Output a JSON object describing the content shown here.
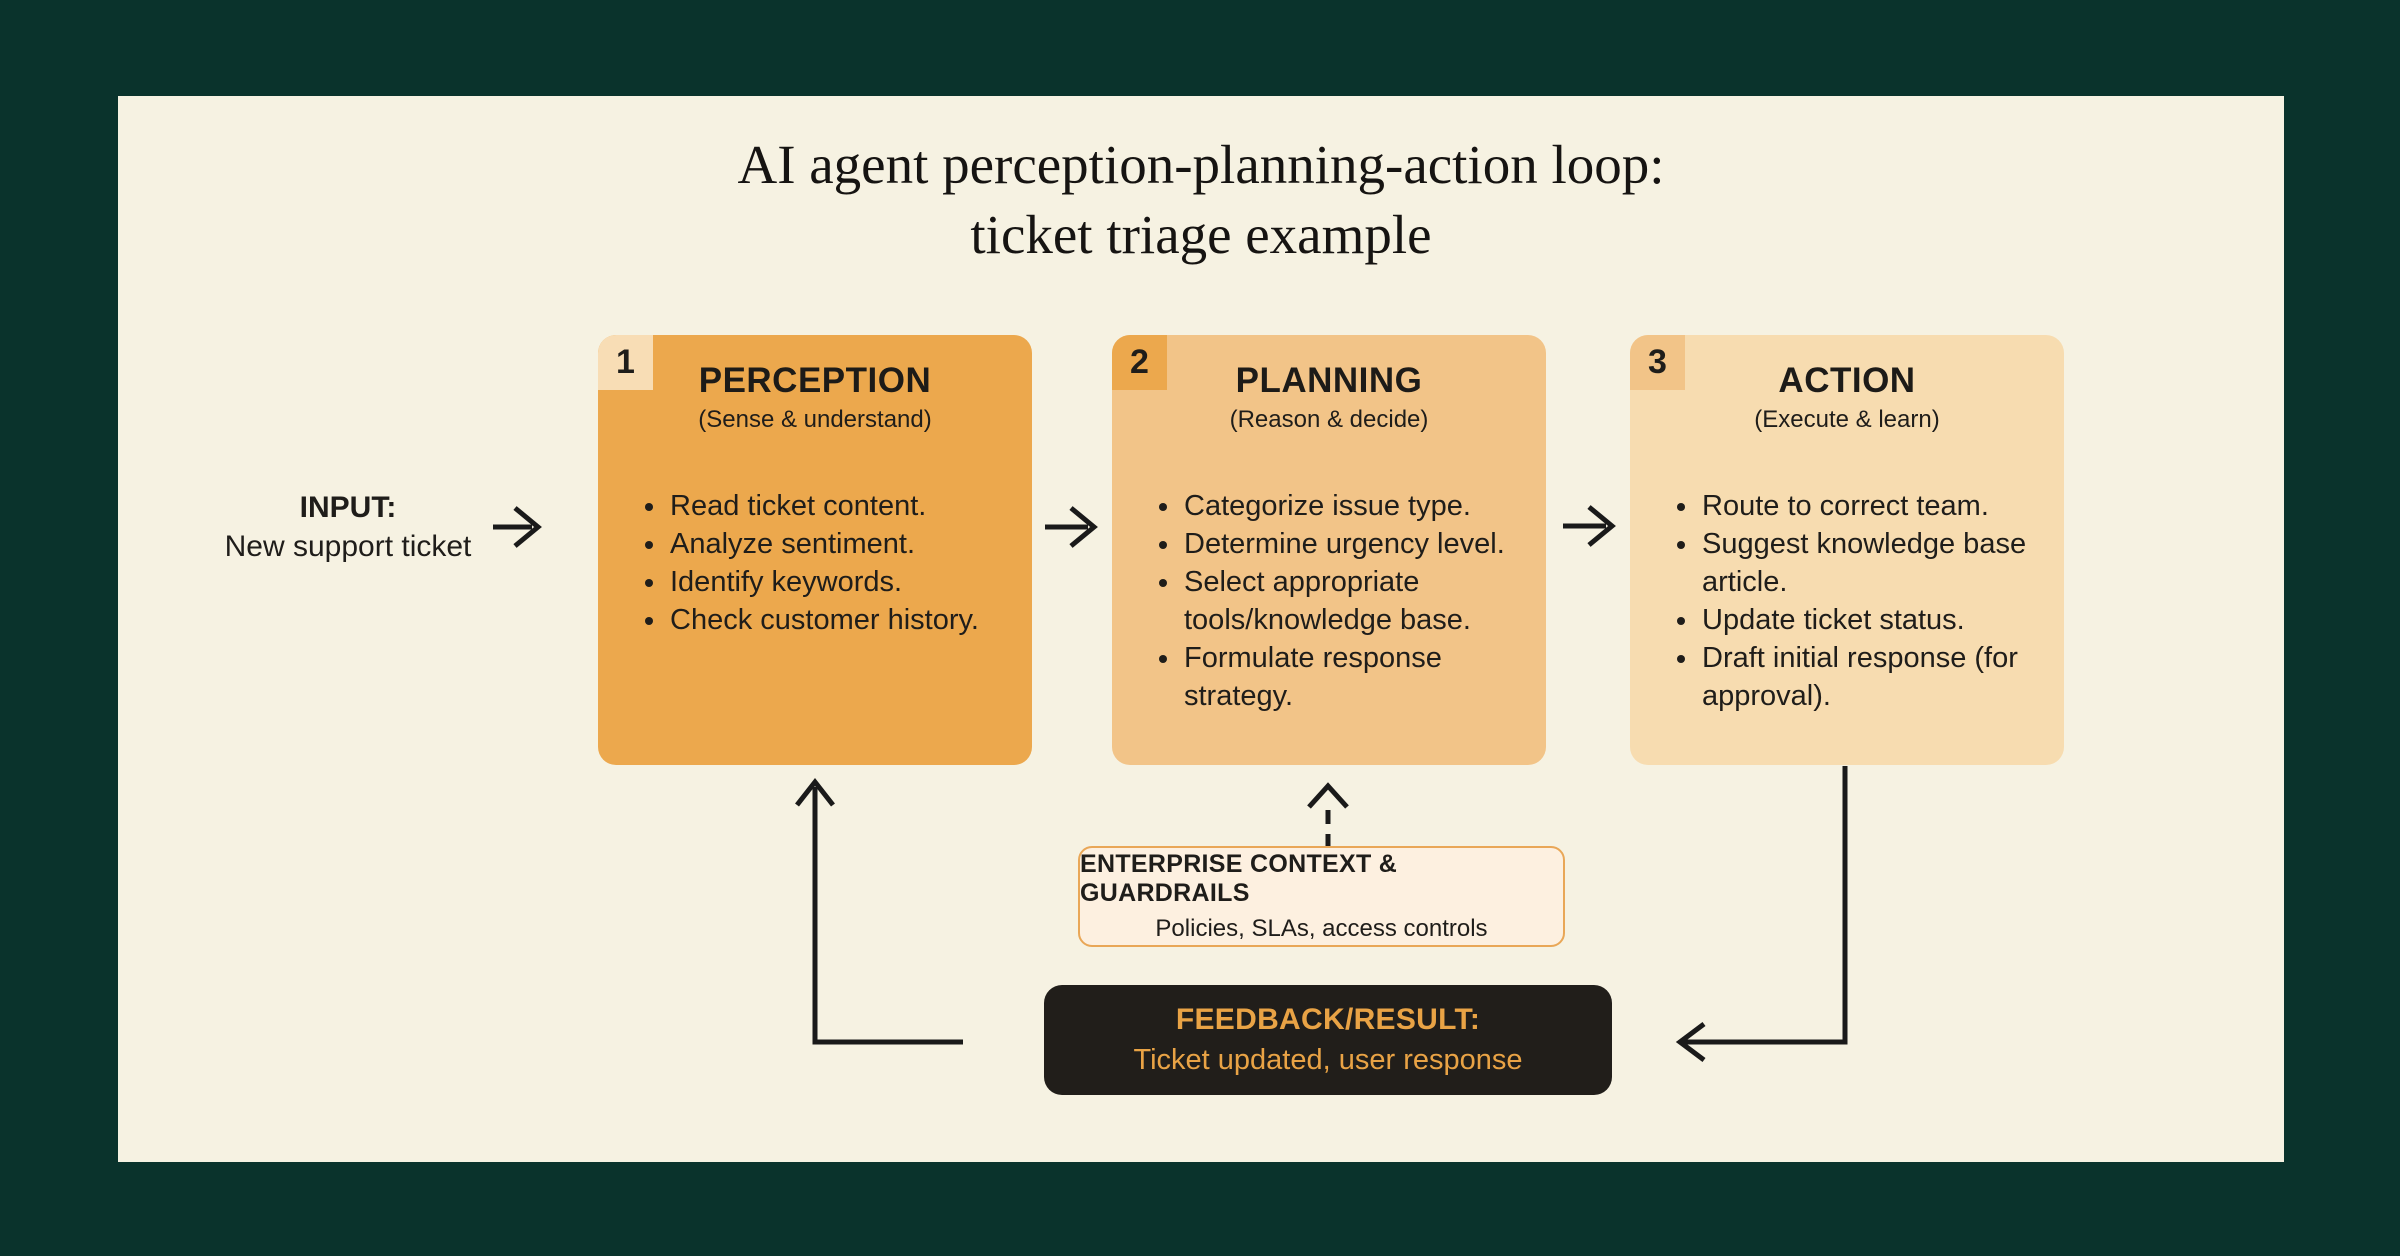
{
  "colors": {
    "background": "#0a332c",
    "panel": "#f6f2e2",
    "ink": "#1f1d1a",
    "arrow": "#1a1a1a",
    "stage1-bg": "#eca84d",
    "stage1-badge": "#f8ddb5",
    "stage2-bg": "#f2c488",
    "stage2-badge": "#eca84d",
    "stage3-bg": "#f7dcb0",
    "stage3-badge": "#f2c488",
    "guardrails-bg": "#fdf0e0",
    "guardrails-border": "#e9a757",
    "feedback-bg": "#211e1a",
    "feedback-text": "#e9a345"
  },
  "title": {
    "line1": "AI agent perception-planning-action loop:",
    "line2": "ticket triage example"
  },
  "input": {
    "label": "INPUT:",
    "description": "New support ticket"
  },
  "stages": [
    {
      "number": "1",
      "title": "PERCEPTION",
      "subtitle": "(Sense & understand)",
      "bullets": [
        "Read ticket content.",
        "Analyze sentiment.",
        "Identify keywords.",
        "Check customer history."
      ]
    },
    {
      "number": "2",
      "title": "PLANNING",
      "subtitle": "(Reason & decide)",
      "bullets": [
        "Categorize issue type.",
        "Determine urgency level.",
        "Select appropriate tools/knowledge base.",
        "Formulate response strategy."
      ]
    },
    {
      "number": "3",
      "title": "ACTION",
      "subtitle": "(Execute & learn)",
      "bullets": [
        "Route to correct team.",
        "Suggest knowledge base article.",
        "Update ticket status.",
        "Draft initial response (for approval)."
      ]
    }
  ],
  "guardrails": {
    "title": "ENTERPRISE CONTEXT & GUARDRAILS",
    "subtitle": "Policies, SLAs, access controls"
  },
  "feedback": {
    "title": "FEEDBACK/RESULT:",
    "subtitle": "Ticket updated, user response"
  }
}
